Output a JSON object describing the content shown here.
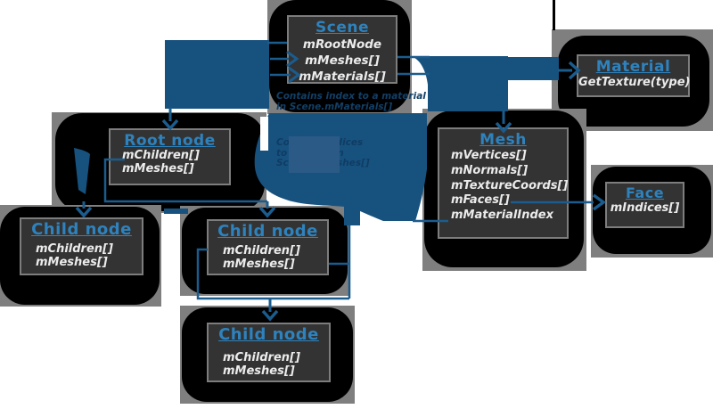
{
  "diagram": {
    "nodes": {
      "scene": {
        "title": "Scene",
        "fields": [
          "mRootNode",
          "mMeshes[]",
          "mMaterials[]"
        ]
      },
      "material": {
        "title": "Material",
        "fields": [
          "GetTexture(type)"
        ]
      },
      "mesh": {
        "title": "Mesh",
        "fields": [
          "mVertices[]",
          "mNormals[]",
          "mTextureCoords[]",
          "mFaces[]",
          "mMaterialIndex"
        ]
      },
      "face": {
        "title": "Face",
        "fields": [
          "mIndices[]"
        ]
      },
      "root_node": {
        "title": "Root node",
        "fields": [
          "mChildren[]",
          "mMeshes[]"
        ]
      },
      "child_node_left": {
        "title": "Child node",
        "fields": [
          "mChildren[]",
          "mMeshes[]"
        ]
      },
      "child_node_middle": {
        "title": "Child node",
        "fields": [
          "mChildren[]",
          "mMeshes[]"
        ]
      },
      "child_node_bottom": {
        "title": "Child node",
        "fields": [
          "mChildren[]",
          "mMeshes[]"
        ]
      }
    },
    "annotations": {
      "material_index_note": {
        "line1": "Contains index to a material",
        "line2": "in Scene.mMaterials[]"
      },
      "meshes_note": {
        "line1": "Contains indices",
        "line2": "to meshes in",
        "line3": "Scene.mMeshes[]"
      }
    },
    "colors": {
      "arrow_blue": "#17527f",
      "line_blue": "#1b5c8e",
      "title_blue": "#2e82bd",
      "annotation_navy": "#123f66",
      "note_overlay_blue": "#2b5a86",
      "box_background": "#333333",
      "box_border": "#7d7d7d",
      "halo_black": "#000000",
      "halo_gray": "#7f7f7f",
      "page_background": "#ffffff"
    }
  }
}
